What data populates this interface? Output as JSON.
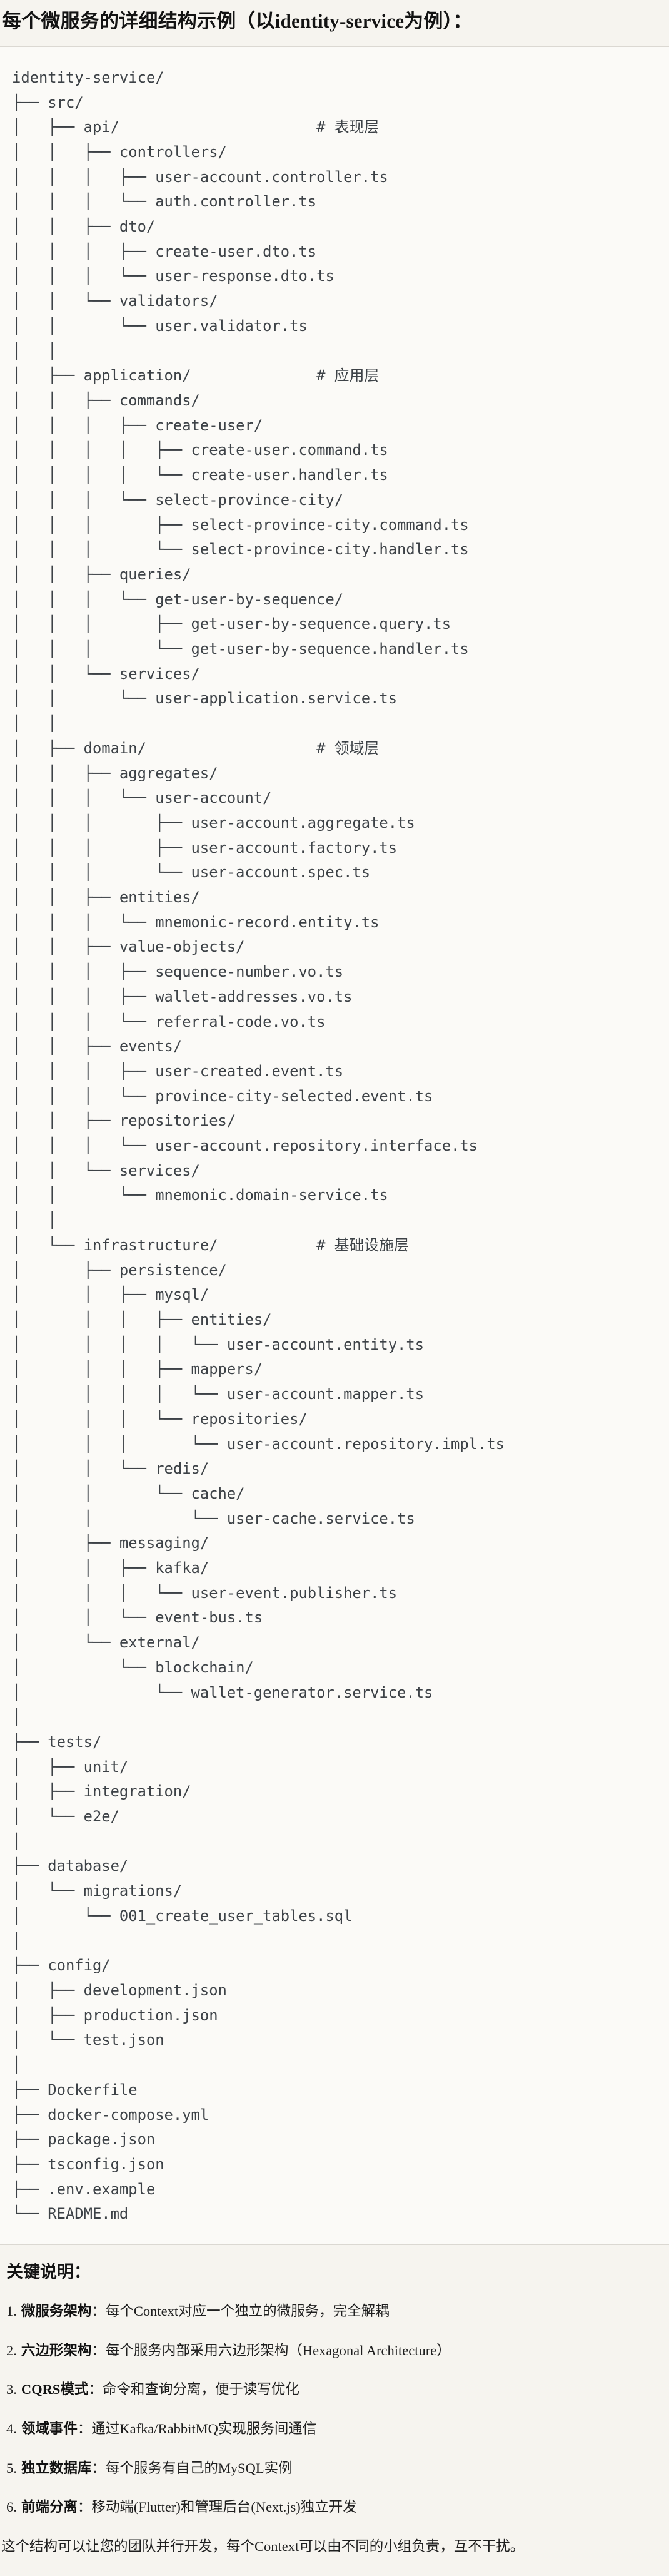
{
  "title": "每个微服务的详细结构示例（以identity-service为例）：",
  "colors": {
    "page_bg": "#f6f4ef",
    "code_bg": "#fbfaf7",
    "divider": "#dbd8d2",
    "tree_text": "#3d4247",
    "body_text": "#1f1f1f"
  },
  "tree": {
    "lines": [
      "identity-service/",
      "├── src/",
      "│   ├── api/                      # 表现层",
      "│   │   ├── controllers/",
      "│   │   │   ├── user-account.controller.ts",
      "│   │   │   └── auth.controller.ts",
      "│   │   ├── dto/",
      "│   │   │   ├── create-user.dto.ts",
      "│   │   │   └── user-response.dto.ts",
      "│   │   └── validators/",
      "│   │       └── user.validator.ts",
      "│   │",
      "│   ├── application/              # 应用层",
      "│   │   ├── commands/",
      "│   │   │   ├── create-user/",
      "│   │   │   │   ├── create-user.command.ts",
      "│   │   │   │   └── create-user.handler.ts",
      "│   │   │   └── select-province-city/",
      "│   │   │       ├── select-province-city.command.ts",
      "│   │   │       └── select-province-city.handler.ts",
      "│   │   ├── queries/",
      "│   │   │   └── get-user-by-sequence/",
      "│   │   │       ├── get-user-by-sequence.query.ts",
      "│   │   │       └── get-user-by-sequence.handler.ts",
      "│   │   └── services/",
      "│   │       └── user-application.service.ts",
      "│   │",
      "│   ├── domain/                   # 领域层",
      "│   │   ├── aggregates/",
      "│   │   │   └── user-account/",
      "│   │   │       ├── user-account.aggregate.ts",
      "│   │   │       ├── user-account.factory.ts",
      "│   │   │       └── user-account.spec.ts",
      "│   │   ├── entities/",
      "│   │   │   └── mnemonic-record.entity.ts",
      "│   │   ├── value-objects/",
      "│   │   │   ├── sequence-number.vo.ts",
      "│   │   │   ├── wallet-addresses.vo.ts",
      "│   │   │   └── referral-code.vo.ts",
      "│   │   ├── events/",
      "│   │   │   ├── user-created.event.ts",
      "│   │   │   └── province-city-selected.event.ts",
      "│   │   ├── repositories/",
      "│   │   │   └── user-account.repository.interface.ts",
      "│   │   └── services/",
      "│   │       └── mnemonic.domain-service.ts",
      "│   │",
      "│   └── infrastructure/           # 基础设施层",
      "│       ├── persistence/",
      "│       │   ├── mysql/",
      "│       │   │   ├── entities/",
      "│       │   │   │   └── user-account.entity.ts",
      "│       │   │   ├── mappers/",
      "│       │   │   │   └── user-account.mapper.ts",
      "│       │   │   └── repositories/",
      "│       │   │       └── user-account.repository.impl.ts",
      "│       │   └── redis/",
      "│       │       └── cache/",
      "│       │           └── user-cache.service.ts",
      "│       ├── messaging/",
      "│       │   ├── kafka/",
      "│       │   │   └── user-event.publisher.ts",
      "│       │   └── event-bus.ts",
      "│       └── external/",
      "│           └── blockchain/",
      "│               └── wallet-generator.service.ts",
      "│",
      "├── tests/",
      "│   ├── unit/",
      "│   ├── integration/",
      "│   └── e2e/",
      "│",
      "├── database/",
      "│   └── migrations/",
      "│       └── 001_create_user_tables.sql",
      "│",
      "├── config/",
      "│   ├── development.json",
      "│   ├── production.json",
      "│   └── test.json",
      "│",
      "├── Dockerfile",
      "├── docker-compose.yml",
      "├── package.json",
      "├── tsconfig.json",
      "├── .env.example",
      "└── README.md"
    ]
  },
  "notes": {
    "heading": "关键说明：",
    "items": [
      {
        "num": "1.",
        "term": "微服务架构",
        "desc": "：每个Context对应一个独立的微服务，完全解耦"
      },
      {
        "num": "2.",
        "term": "六边形架构",
        "desc": "：每个服务内部采用六边形架构（Hexagonal Architecture）"
      },
      {
        "num": "3.",
        "term": "CQRS模式",
        "desc": "：命令和查询分离，便于读写优化"
      },
      {
        "num": "4.",
        "term": "领域事件",
        "desc": "：通过Kafka/RabbitMQ实现服务间通信"
      },
      {
        "num": "5.",
        "term": "独立数据库",
        "desc": "：每个服务有自己的MySQL实例"
      },
      {
        "num": "6.",
        "term": "前端分离",
        "desc": "：移动端(Flutter)和管理后台(Next.js)独立开发"
      }
    ]
  },
  "footer": "这个结构可以让您的团队并行开发，每个Context可以由不同的小组负责，互不干扰。"
}
